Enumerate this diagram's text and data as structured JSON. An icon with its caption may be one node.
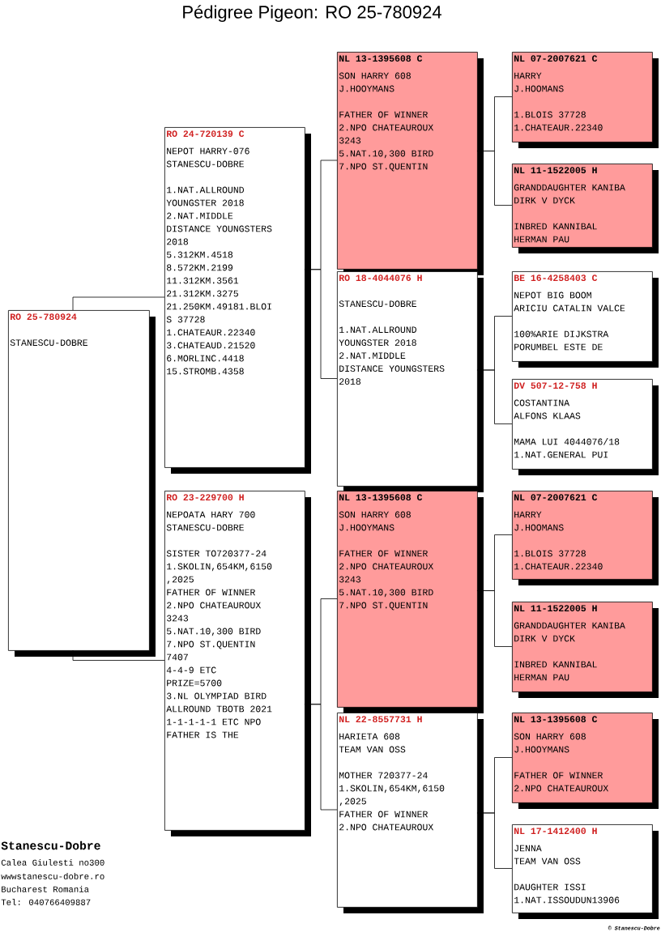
{
  "diagram": {
    "title": "Pédigree Pigeon: RO 25-780924",
    "nodes": [
      {
        "text": [
          "RO 25-780924",
          "STANESCU-DOBRE"
        ]
      },
      {
        "text": [
          "RO 24-720139 C",
          "NEPOT HARRY-076",
          "STANESCU-DOBRE",
          "1.NAT.ALLROUND",
          "YOUNGSTER 2018",
          "2.NAT.MIDDLE",
          "DISTANCE YOUNGSTERS",
          "2018",
          "5.312KM.4518",
          "8.572KM.2199",
          "11.312KM.3561",
          "21.312KM.3275",
          "21.250KM.49181.BLOI",
          "S 37728",
          "1.CHATEAUR.22340",
          "3.CHATEAUD.21520",
          "6.MORLINC.4418",
          "15.STROMB.4358"
        ]
      },
      {
        "text": [
          "NL 13-1395608 C",
          "SON HARRY 608",
          "J.HOOYMANS",
          "FATHER OF WINNER",
          "2.NPO CHATEAUROUX",
          "3243",
          "5.NAT.10,300 BIRD",
          "7.NPO ST.QUENTIN"
        ]
      },
      {
        "text": [
          "NL 07-2007621 C",
          "HARRY",
          "J.HOOMANS",
          "1.BLOIS 37728",
          "1.CHATEAUR.22340"
        ]
      },
      {
        "text": [
          "NL 11-1522005 H",
          "GRANDDAUGHTER KANIBA",
          "DIRK V DYCK",
          "INBRED KANNIBAL",
          "HERMAN PAU"
        ]
      },
      {
        "text": [
          "RO 18-4044076 H",
          "STANESCU-DOBRE",
          "1.NAT.ALLROUND",
          "YOUNGSTER 2018",
          "2.NAT.MIDDLE",
          "DISTANCE YOUNGSTERS",
          "2018"
        ]
      },
      {
        "text": [
          "BE 16-4258403 C",
          "NEPOT BIG BOOM",
          "ARICIU CATALIN VALCE",
          "100%ARIE DIJKSTRA",
          "PORUMBEL ESTE DE"
        ]
      },
      {
        "text": [
          "DV 507-12-758 H",
          "COSTANTINA",
          "ALFONS KLAAS",
          "MAMA LUI 4044076/18",
          "1.NAT.GENERAL PUI"
        ]
      },
      {
        "text": [
          "RO 23-229700 H",
          "NEPOATA HARY 700",
          "STANESCU-DOBRE",
          "SISTER TO720377-24",
          "1.SKOLIN,654KM,6150",
          ",2025",
          "FATHER OF WINNER",
          "2.NPO CHATEAUROUX",
          "3243",
          "5.NAT.10,300 BIRD",
          "7.NPO ST.QUENTIN",
          "7407",
          "4-4-9 ETC",
          "PRIZE=5700",
          "3.NL OLYMPIAD BIRD",
          "ALLROUND TBOTB 2021",
          "1-1-1-1-1 ETC NPO",
          "FATHER IS THE"
        ]
      },
      {
        "text": [
          "NL 13-1395608 C",
          "SON HARRY 608",
          "J.HOOYMANS",
          "FATHER OF WINNER",
          "2.NPO CHATEAUROUX",
          "3243",
          "5.NAT.10,300 BIRD",
          "7.NPO ST.QUENTIN"
        ]
      },
      {
        "text": [
          "NL 07-2007621 C",
          "HARRY",
          "J.HOOMANS",
          "1.BLOIS 37728",
          "1.CHATEAUR.22340"
        ]
      },
      {
        "text": [
          "NL 11-1522005 H",
          "GRANDDAUGHTER KANIBA",
          "DIRK V DYCK",
          "INBRED KANNIBAL",
          "HERMAN PAU"
        ]
      },
      {
        "text": [
          "NL 22-8557731 H",
          "HARIETA 608",
          "TEAM VAN OSS",
          "MOTHER 720377-24",
          "1.SKOLIN,654KM,6150",
          ",2025",
          "FATHER OF WINNER",
          "2.NPO CHATEAUROUX"
        ]
      },
      {
        "text": [
          "NL 13-1395608 C",
          "SON HARRY 608",
          "J.HOOYMANS",
          "FATHER OF WINNER",
          "2.NPO CHATEAUROUX"
        ]
      },
      {
        "text": [
          "NL 17-1412400 H",
          "JENNA",
          "TEAM VAN OSS",
          "DAUGHTER ISSI",
          "1.NAT.ISSOUDUN13906"
        ]
      }
    ],
    "edges": [
      {
        "from": 0,
        "to": 1,
        "arrow": "none"
      },
      {
        "from": 0,
        "to": 8,
        "arrow": "none"
      },
      {
        "from": 1,
        "to": 2,
        "arrow": "none"
      },
      {
        "from": 1,
        "to": 5,
        "arrow": "none"
      },
      {
        "from": 2,
        "to": 3,
        "arrow": "none"
      },
      {
        "from": 2,
        "to": 4,
        "arrow": "none"
      },
      {
        "from": 5,
        "to": 6,
        "arrow": "none"
      },
      {
        "from": 5,
        "to": 7,
        "arrow": "none"
      },
      {
        "from": 8,
        "to": 9,
        "arrow": "none"
      },
      {
        "from": 8,
        "to": 12,
        "arrow": "none"
      },
      {
        "from": 9,
        "to": 10,
        "arrow": "none"
      },
      {
        "from": 9,
        "to": 11,
        "arrow": "none"
      },
      {
        "from": 12,
        "to": 13,
        "arrow": "none"
      },
      {
        "from": 12,
        "to": 14,
        "arrow": "none"
      }
    ],
    "labels": [
      "Stanescu-Dobre",
      "Calea Giulesti no300",
      "wwwstanescu-dobre.ro",
      "Bucharest Romania",
      "Tel: 040766409887",
      "© Stanescu-Dobre"
    ]
  }
}
